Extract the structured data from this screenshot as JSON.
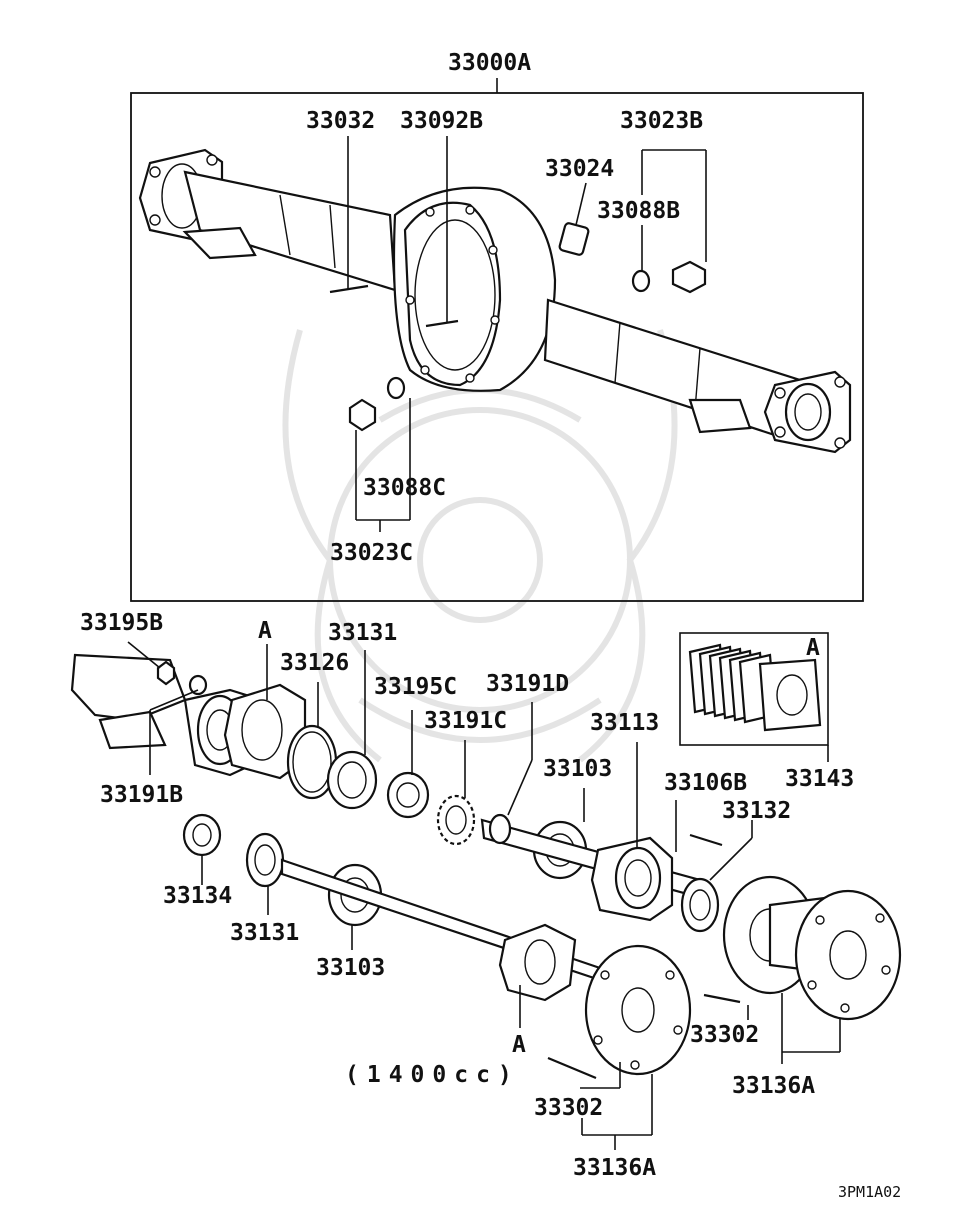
{
  "labels": {
    "axle_assembly": "33000A",
    "vent_stud": "33032",
    "stud": "33092B",
    "breather": "33024",
    "plug_top": "33023B",
    "gasket_top": "33088B",
    "gasket_bottom": "33088C",
    "plug_bottom": "33023C",
    "nut_33195b": "33195B",
    "ref_a_top": "A",
    "bearing_retainer_131_top": "33131",
    "oring": "33126",
    "nut_33195c": "33195C",
    "washer_33191d": "33191D",
    "washer_33191c": "33191C",
    "housing_33113": "33113",
    "bearing_33103_top": "33103",
    "bolt_33106b": "33106B",
    "seal_33132": "33132",
    "shim_set": "33143",
    "ref_a_box": "A",
    "washer_33191b": "33191B",
    "seal_33134": "33134",
    "retainer_33131_bottom": "33131",
    "bearing_33103_bottom": "33103",
    "ref_a_bottom": "A",
    "note_1400cc": "(1400cc)",
    "bolt_33302_bottom": "33302",
    "bolt_33302_right": "33302",
    "shaft_33136a_right": "33136A",
    "shaft_33136a_bottom": "33136A",
    "figure_code": "3PM1A02"
  }
}
